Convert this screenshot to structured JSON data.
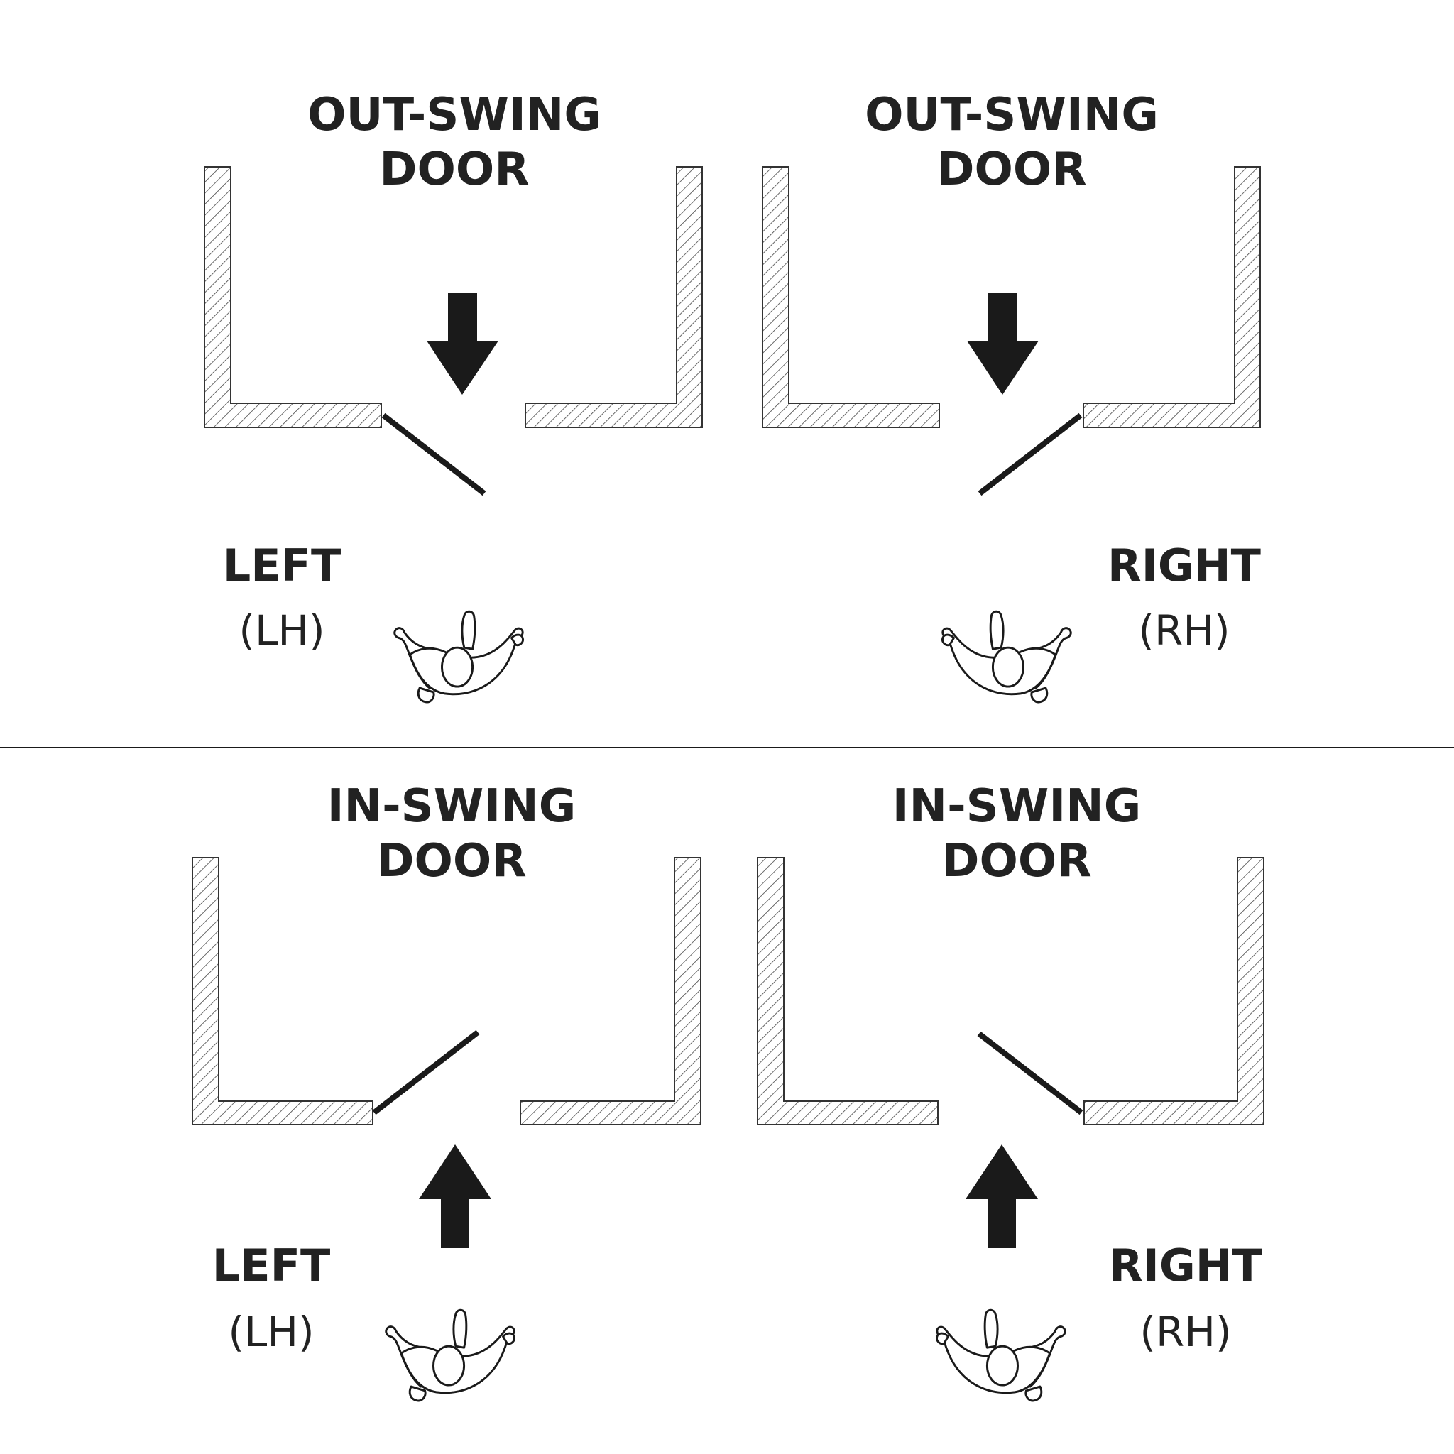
{
  "panels": {
    "out_left": {
      "title_line1": "OUT-SWING",
      "title_line2": "DOOR",
      "hand": "LEFT",
      "abbr": "(LH)"
    },
    "out_right": {
      "title_line1": "OUT-SWING",
      "title_line2": "DOOR",
      "hand": "RIGHT",
      "abbr": "(RH)"
    },
    "in_left": {
      "title_line1": "IN-SWING",
      "title_line2": "DOOR",
      "hand": "LEFT",
      "abbr": "(LH)"
    },
    "in_right": {
      "title_line1": "IN-SWING",
      "title_line2": "DOOR",
      "hand": "RIGHT",
      "abbr": "(RH)"
    }
  },
  "colors": {
    "ink": "#222222",
    "background": "#ffffff"
  }
}
